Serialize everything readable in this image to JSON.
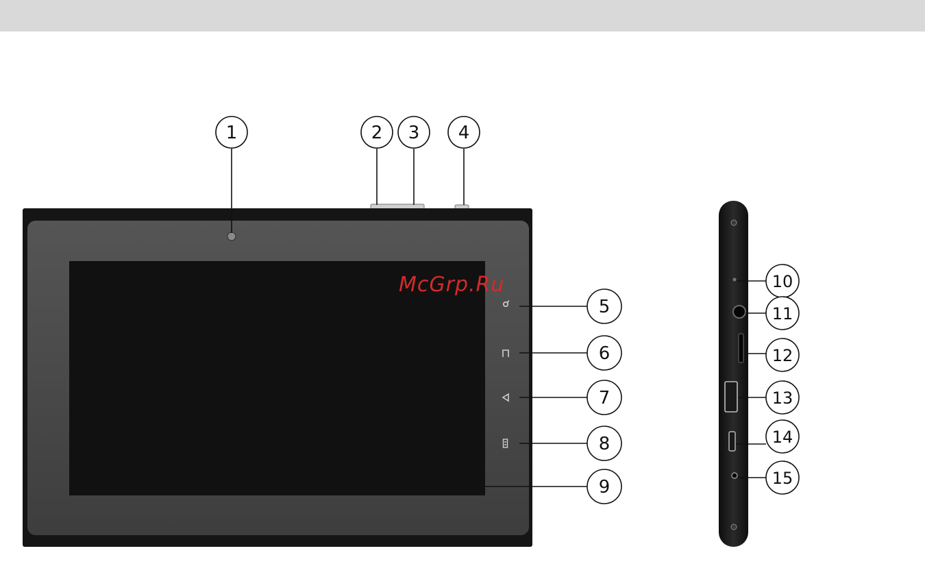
{
  "watermark": "McGrp.Ru",
  "callouts": [
    "1",
    "2",
    "3",
    "4",
    "5",
    "6",
    "7",
    "8",
    "9",
    "10",
    "11",
    "12",
    "13",
    "14",
    "15"
  ],
  "colors": {
    "header_bar": "#d9d9d9",
    "device_body": "#151515",
    "bezel": "#4a4a4a",
    "screen": "#111111",
    "watermark": "#d42a2a"
  }
}
